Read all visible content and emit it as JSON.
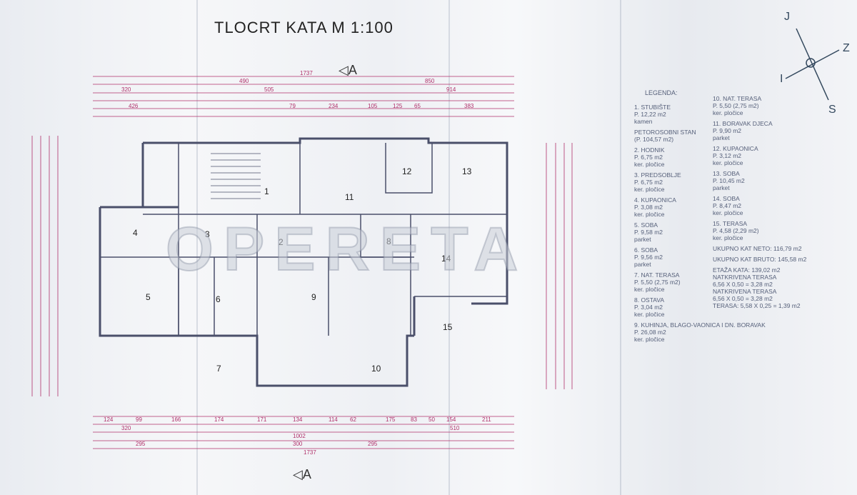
{
  "plan": {
    "title": "TLOCRT KATA   M 1:100",
    "section_mark_top": "A",
    "section_mark_bottom": "A",
    "watermark": "OPERETA",
    "compass_letters": [
      "J",
      "Z",
      "I",
      "S"
    ]
  },
  "rooms": [
    {
      "num": "1"
    },
    {
      "num": "2"
    },
    {
      "num": "3"
    },
    {
      "num": "4"
    },
    {
      "num": "5"
    },
    {
      "num": "6"
    },
    {
      "num": "7"
    },
    {
      "num": "8"
    },
    {
      "num": "9"
    },
    {
      "num": "10"
    },
    {
      "num": "11"
    },
    {
      "num": "12"
    },
    {
      "num": "13"
    },
    {
      "num": "14"
    },
    {
      "num": "15"
    }
  ],
  "dims_top": [
    "1737",
    "490",
    "850",
    "320",
    "505",
    "914",
    "426",
    "79",
    "234",
    "105",
    "125",
    "65",
    "383"
  ],
  "dims_bottom": [
    "124",
    "99",
    "166",
    "174",
    "171",
    "134",
    "114",
    "62",
    "175",
    "83",
    "50",
    "154",
    "211",
    "320",
    "1002",
    "510",
    "295",
    "300",
    "295",
    "1737"
  ],
  "legend": {
    "heading": "LEGENDA:",
    "col1": [
      {
        "num": "1.",
        "name": "STUBIŠTE",
        "area": "P. 12,22 m2",
        "finish": "kamen"
      },
      {
        "num": "",
        "name": "PETOROSOBNI STAN",
        "area": "(P. 104,57 m2)",
        "finish": ""
      },
      {
        "num": "2.",
        "name": "HODNIK",
        "area": "P. 6,75 m2",
        "finish": "ker. pločice"
      },
      {
        "num": "3.",
        "name": "PREDSOBLJE",
        "area": "P. 6,75 m2",
        "finish": "ker. pločice"
      },
      {
        "num": "4.",
        "name": "KUPAONICA",
        "area": "P. 3,08 m2",
        "finish": "ker. pločice"
      },
      {
        "num": "5.",
        "name": "SOBA",
        "area": "P. 9,58 m2",
        "finish": "parket"
      },
      {
        "num": "6.",
        "name": "SOBA",
        "area": "P. 9,56 m2",
        "finish": "parket"
      },
      {
        "num": "7.",
        "name": "NAT. TERASA",
        "area": "P. 5,50 (2,75 m2)",
        "finish": "ker. pločice"
      },
      {
        "num": "8.",
        "name": "OSTAVA",
        "area": "P. 3,04 m2",
        "finish": "ker. pločice"
      },
      {
        "num": "9.",
        "name": "KUHINJA, BLAGO-VAONICA I DN. BORAVAK",
        "area": "P. 26,08 m2",
        "finish": "ker. pločice"
      }
    ],
    "col2": [
      {
        "num": "10.",
        "name": "NAT. TERASA",
        "area": "P. 5,50 (2,75 m2)",
        "finish": "ker. pločice"
      },
      {
        "num": "11.",
        "name": "BORAVAK DJECA",
        "area": "P. 9,90 m2",
        "finish": "parket"
      },
      {
        "num": "12.",
        "name": "KUPAONICA",
        "area": "P. 3,12 m2",
        "finish": "ker. pločice"
      },
      {
        "num": "13.",
        "name": "SOBA",
        "area": "P. 10,45 m2",
        "finish": "parket"
      },
      {
        "num": "14.",
        "name": "SOBA",
        "area": "P. 8,47 m2",
        "finish": "ker. pločice"
      },
      {
        "num": "15.",
        "name": "TERASA",
        "area": "P. 4,58 (2,29 m2)",
        "finish": "ker. pločice"
      }
    ],
    "totals": [
      {
        "label": "UKUPNO KAT NETO:",
        "value": "116,79 m2"
      },
      {
        "label": "UKUPNO KAT BRUTO:",
        "value": "145,58 m2"
      }
    ],
    "extra": [
      "ETAŽA KATA: 139,02 m2",
      "NATKRIVENA TERASA",
      "6,56 X 0,50 = 3,28 m2",
      "NATKRIVENA TERASA",
      "6,56 X 0,50 = 3,28 m2",
      "TERASA: 5,58 X 0,25 = 1,39 m2"
    ]
  },
  "colors": {
    "wall": "#4a4f6a",
    "dim": "#b0306a",
    "legend_text": "#56607a",
    "paper": "#eef0f4"
  }
}
